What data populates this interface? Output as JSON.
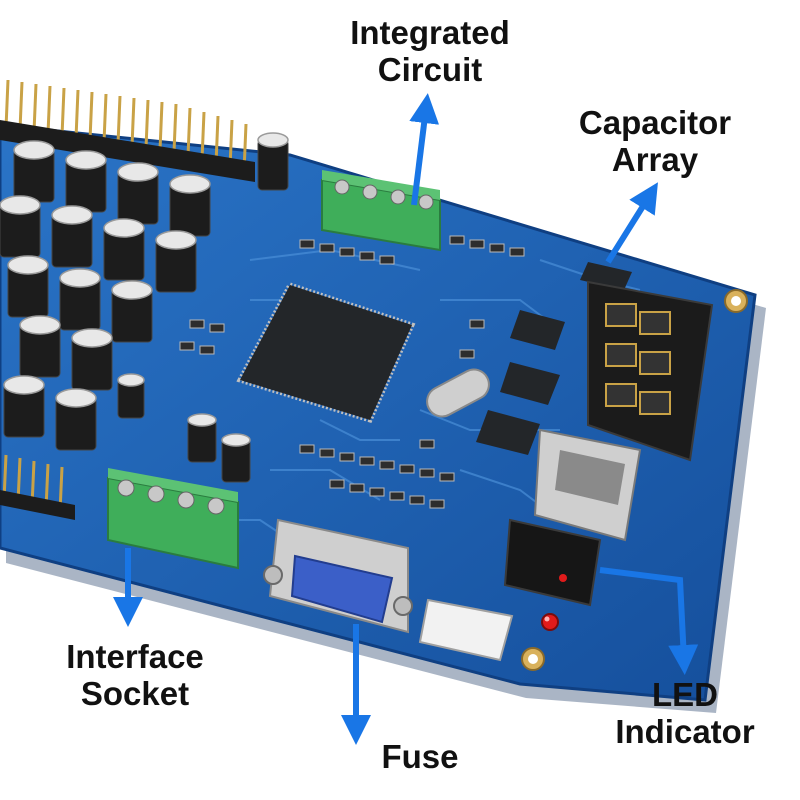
{
  "callouts": {
    "integrated_circuit": {
      "line1": "Integrated",
      "line2": "Circuit"
    },
    "capacitor_array": {
      "line1": "Capacitor",
      "line2": "Array"
    },
    "interface_socket": {
      "line1": "Interface",
      "line2": "Socket"
    },
    "fuse": {
      "line1": "Fuse"
    },
    "led_indicator": {
      "line1": "LED",
      "line2": "Indicator"
    }
  },
  "colors": {
    "board": "#1d63b8",
    "board_edge": "#0f3f82",
    "arrow": "#1976e6",
    "terminal_block": "#3fae5a",
    "chip": "#232629",
    "header_pins": "#c9a246",
    "led_red": "#e01b1b"
  },
  "icons": [
    "arrow-up-icon",
    "arrow-up-right-icon",
    "arrow-down-icon",
    "arrow-elbow-down-icon"
  ]
}
